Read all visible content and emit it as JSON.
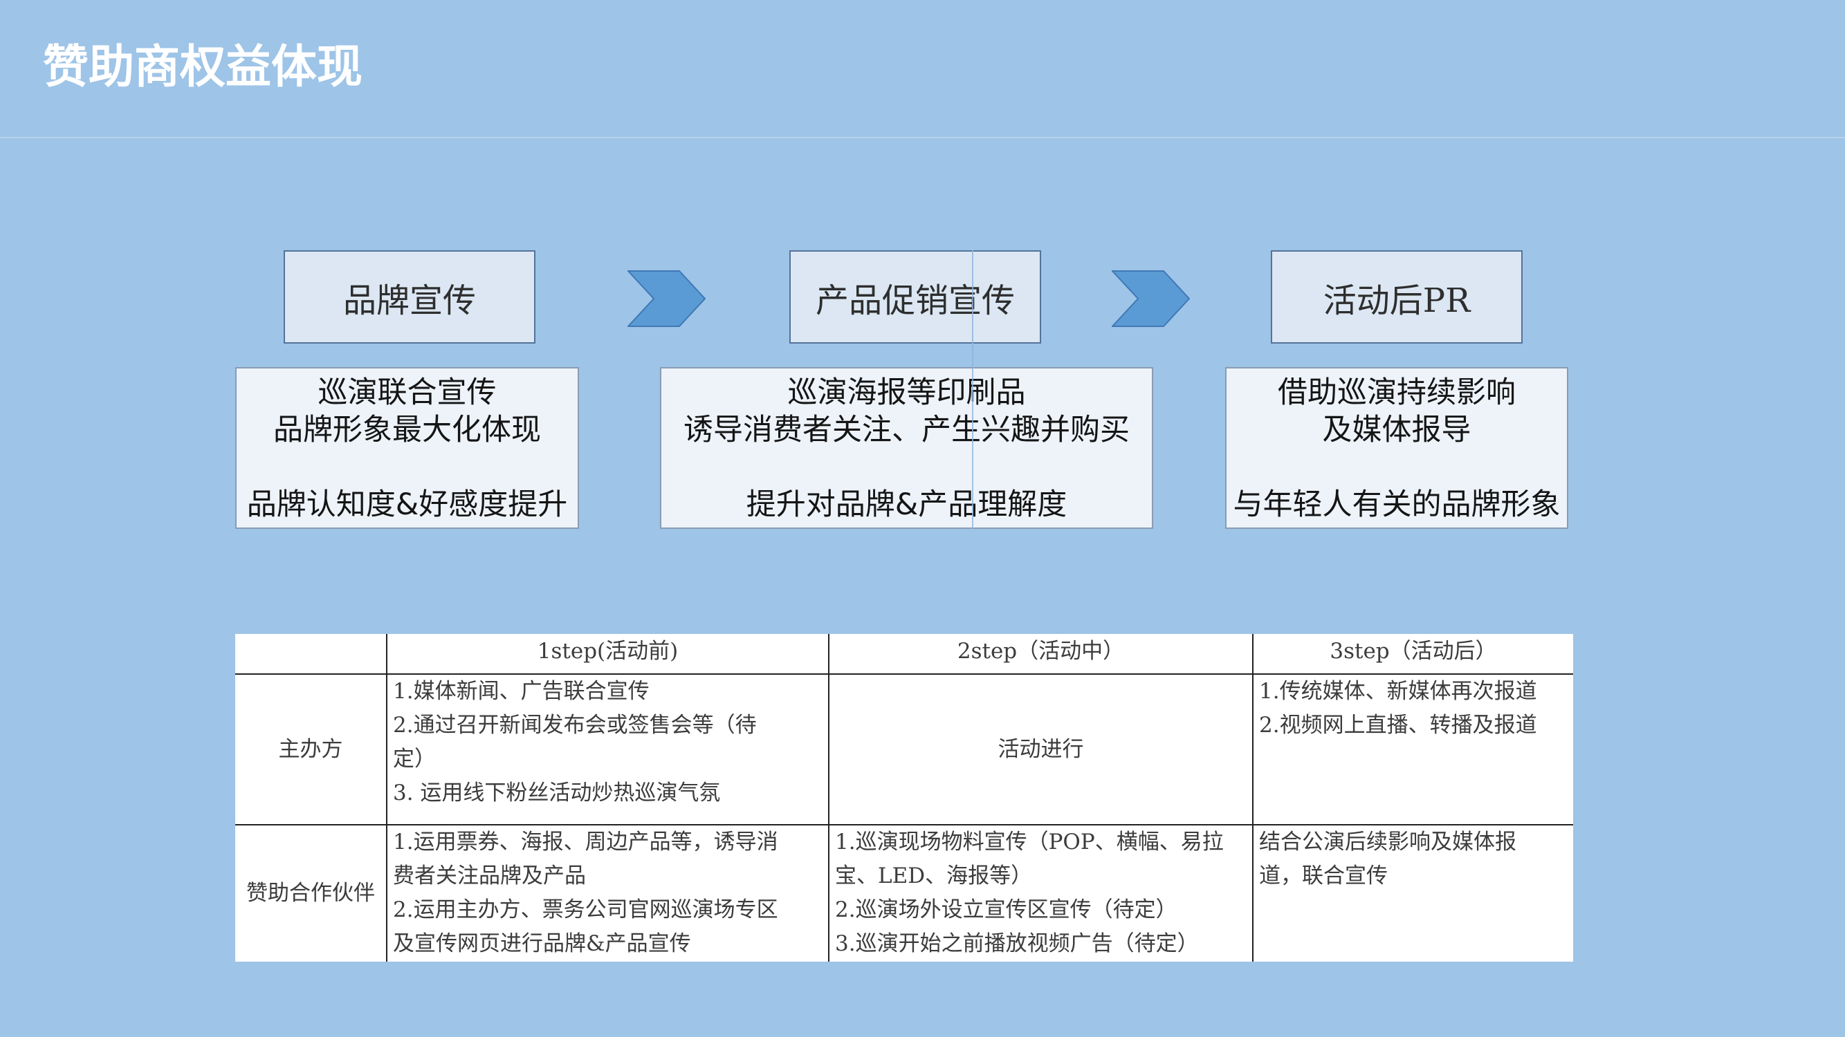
{
  "title": "赞助商权益体现",
  "colors": {
    "background": "#9ec4e7",
    "title_text": "#ffffff",
    "stage_header_fill": "#dce7f3",
    "stage_desc_fill": "#eef3fa",
    "chevron": "#5b9bd5",
    "table_background": "#ffffff",
    "table_border": "#222222"
  },
  "stages": [
    {
      "label": "品牌宣传",
      "lines": [
        "巡演联合宣传",
        "品牌形象最大化体现"
      ],
      "highlight": "品牌认知度&好感度提升"
    },
    {
      "label": "产品促销宣传",
      "lines": [
        "巡演海报等印刷品",
        "诱导消费者关注、产生兴趣并购买"
      ],
      "highlight": "提升对品牌&产品理解度"
    },
    {
      "label": "活动后PR",
      "lines": [
        "借助巡演持续影响",
        "及媒体报导"
      ],
      "highlight": "与年轻人有关的品牌形象"
    }
  ],
  "arrows": [
    {
      "icon": "chevron-right-icon"
    },
    {
      "icon": "chevron-right-icon"
    }
  ],
  "table": {
    "headers": [
      "1step(活动前)",
      "2step（活动中）",
      "3step（活动后）"
    ],
    "rows": [
      {
        "label": "主办方",
        "cells": [
          [
            "1.媒体新闻、广告联合宣传",
            "2.通过召开新闻发布会或签售会等（待",
            "定）",
            "3. 运用线下粉丝活动炒热巡演气氛"
          ],
          [
            "活动进行"
          ],
          [
            "1.传统媒体、新媒体再次报道",
            "2.视频网上直播、转播及报道"
          ]
        ]
      },
      {
        "label": "赞助合作伙伴",
        "cells": [
          [
            "1.运用票券、海报、周边产品等，诱导消",
            "费者关注品牌及产品",
            "2.运用主办方、票务公司官网巡演场专区",
            "及宣传网页进行品牌&产品宣传"
          ],
          [
            "1.巡演现场物料宣传（POP、横幅、易拉",
            "宝、LED、海报等）",
            "2.巡演场外设立宣传区宣传（待定）",
            "3.巡演开始之前播放视频广告（待定）"
          ],
          [
            "结合公演后续影响及媒体报",
            "道，联合宣传"
          ]
        ]
      }
    ]
  }
}
